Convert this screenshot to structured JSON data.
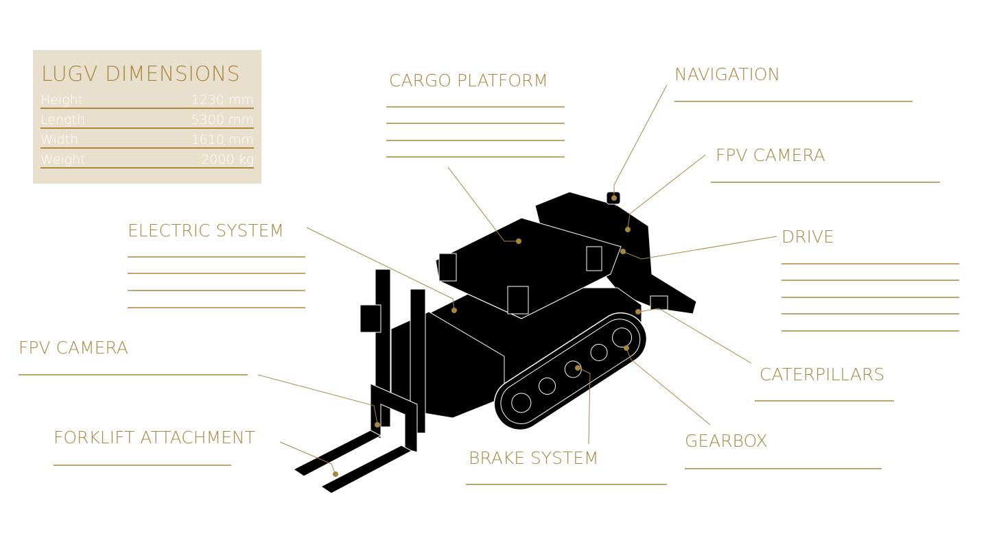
{
  "dimensions": {
    "title": "LUGV DIMENSIONS",
    "rows": [
      {
        "label": "Height",
        "value": "1230 mm"
      },
      {
        "label": "Length",
        "value": "5300 mm"
      },
      {
        "label": "Width",
        "value": "1610 mm"
      },
      {
        "label": "Weight",
        "value": "2000 kg"
      }
    ]
  },
  "callouts": {
    "cargo_platform": "CARGO PLATFORM",
    "navigation": "NAVIGATION",
    "fpv_camera_right": "FPV CAMERA",
    "drive": "DRIVE",
    "electric_system": "ELECTRIC SYSTEM",
    "fpv_camera_left": "FPV CAMERA",
    "forklift_attachment": "FORKLIFT ATTACHMENT",
    "brake_system": "BRAKE SYSTEM",
    "gearbox": "GEARBOX",
    "caterpillars": "CATERPILLARS"
  },
  "colors": {
    "accent": "#a8873f",
    "panel": "#e8dfcd",
    "vehicle": "#000000"
  }
}
